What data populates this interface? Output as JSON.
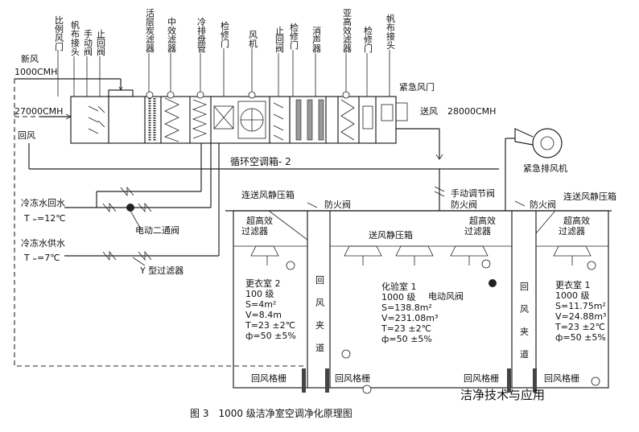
{
  "title": "图 3　1000 级洁净室空调净化原理图",
  "watermark": "洁净技术与应用",
  "fresh_air": {
    "label": "新风",
    "flow": "1000CMH"
  },
  "return_air": {
    "label": "回风",
    "flow": "27000CMH"
  },
  "supply_air": {
    "label": "送风",
    "flow": "28000CMH"
  },
  "ahu_components": [
    "比例风门",
    "帆布接头",
    "手动阀",
    "止回阀",
    "活层炭滤器",
    "中效滤器",
    "冷排盘管",
    "检修门",
    "风机",
    "止回阀",
    "检修门",
    "消声器",
    "亚高效滤器",
    "检修门",
    "帆布接头"
  ],
  "emergency_damper": "紧急风门",
  "ahu_name": "循环空调箱- 2",
  "emergency_exhaust": "紧急排风机",
  "chilled_return": {
    "label": "冷冻水回水",
    "temp": "T ₌=12℃"
  },
  "chilled_supply": {
    "label": "冷冻水供水",
    "temp": "T ₌=7℃"
  },
  "two_way_valve": "电动二通阀",
  "y_filter": "Y 型过滤器",
  "manual_valve": "手动调节阀",
  "fire_damper": "防火阀",
  "plenum_left": "连送风静压箱",
  "plenum_right": "连送风静压箱",
  "supply_plenum": "送风静压箱",
  "ulpa": "超高效过滤器",
  "return_duct": "回风夹道",
  "return_grille": "回风格栅",
  "electric_damper": "电动风阀",
  "rooms": [
    {
      "name": "更衣室 2",
      "grade": "100 级",
      "area": "S=4m²",
      "volume": "V=8.4m",
      "temp": "T=23 ±2℃",
      "rh": "ф=50 ±5%"
    },
    {
      "name": "化验室 1",
      "grade": "1000 级",
      "area": "S=138.8m²",
      "volume": "V=231.08m³",
      "temp": "T=23 ±2℃",
      "rh": "ф=50 ±5%"
    },
    {
      "name": "更衣室 1",
      "grade": "1000 级",
      "area": "S=11.75m²",
      "volume": "V=24.88m³",
      "temp": "T=23 ±2℃",
      "rh": "ф=50 ±5%"
    }
  ]
}
